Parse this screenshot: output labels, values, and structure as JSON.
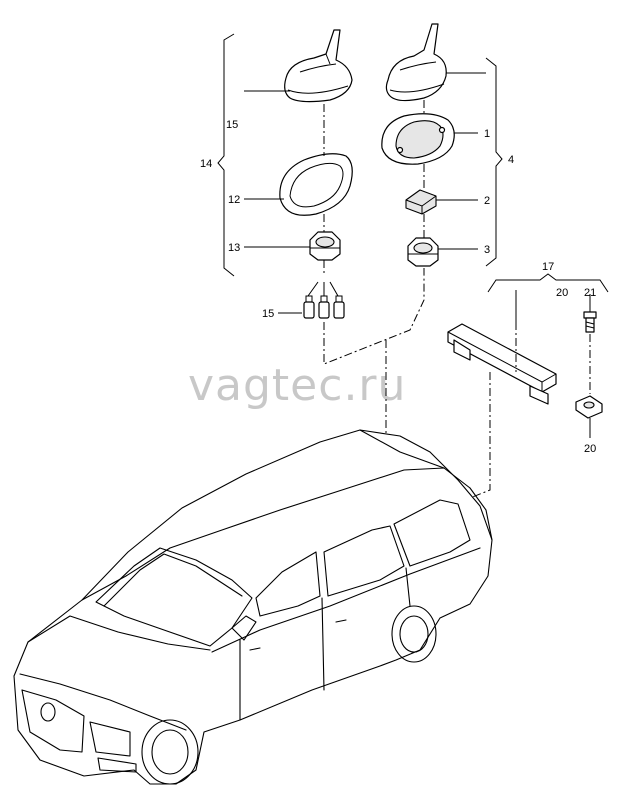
{
  "watermark": "vagtec.ru",
  "callouts": {
    "c15a": "15",
    "c14": "14",
    "c12": "12",
    "c13": "13",
    "c15b": "15",
    "c1": "1",
    "c4": "4",
    "c2": "2",
    "c3": "3",
    "c17": "17",
    "c20a": "20",
    "c21": "21",
    "c20b": "20"
  }
}
